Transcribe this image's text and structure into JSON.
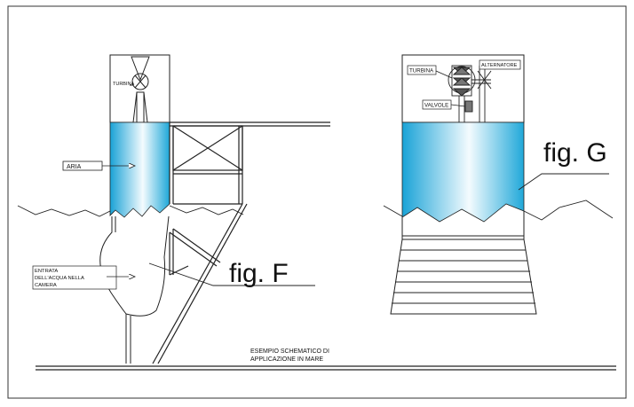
{
  "figure_F": {
    "caption": "fig. F",
    "label_turbine": "TURBINA",
    "label_air": "ARIA",
    "label_water_entry": [
      "ENTRATA",
      "DELL'ACQUA NELLA",
      "CAMERA"
    ]
  },
  "figure_G": {
    "caption": "fig. G",
    "label_turbine": "TURBINA",
    "label_alternator": "ALTERNATORE",
    "label_valves": "VALVOLE"
  },
  "note": [
    "ESEMPIO SCHEMATICO DI",
    "APPLICAZIONE IN MARE"
  ],
  "colors": {
    "water_column": "#1ea7d8",
    "water_highlight": "#f4fbfe",
    "line": "#222222"
  }
}
